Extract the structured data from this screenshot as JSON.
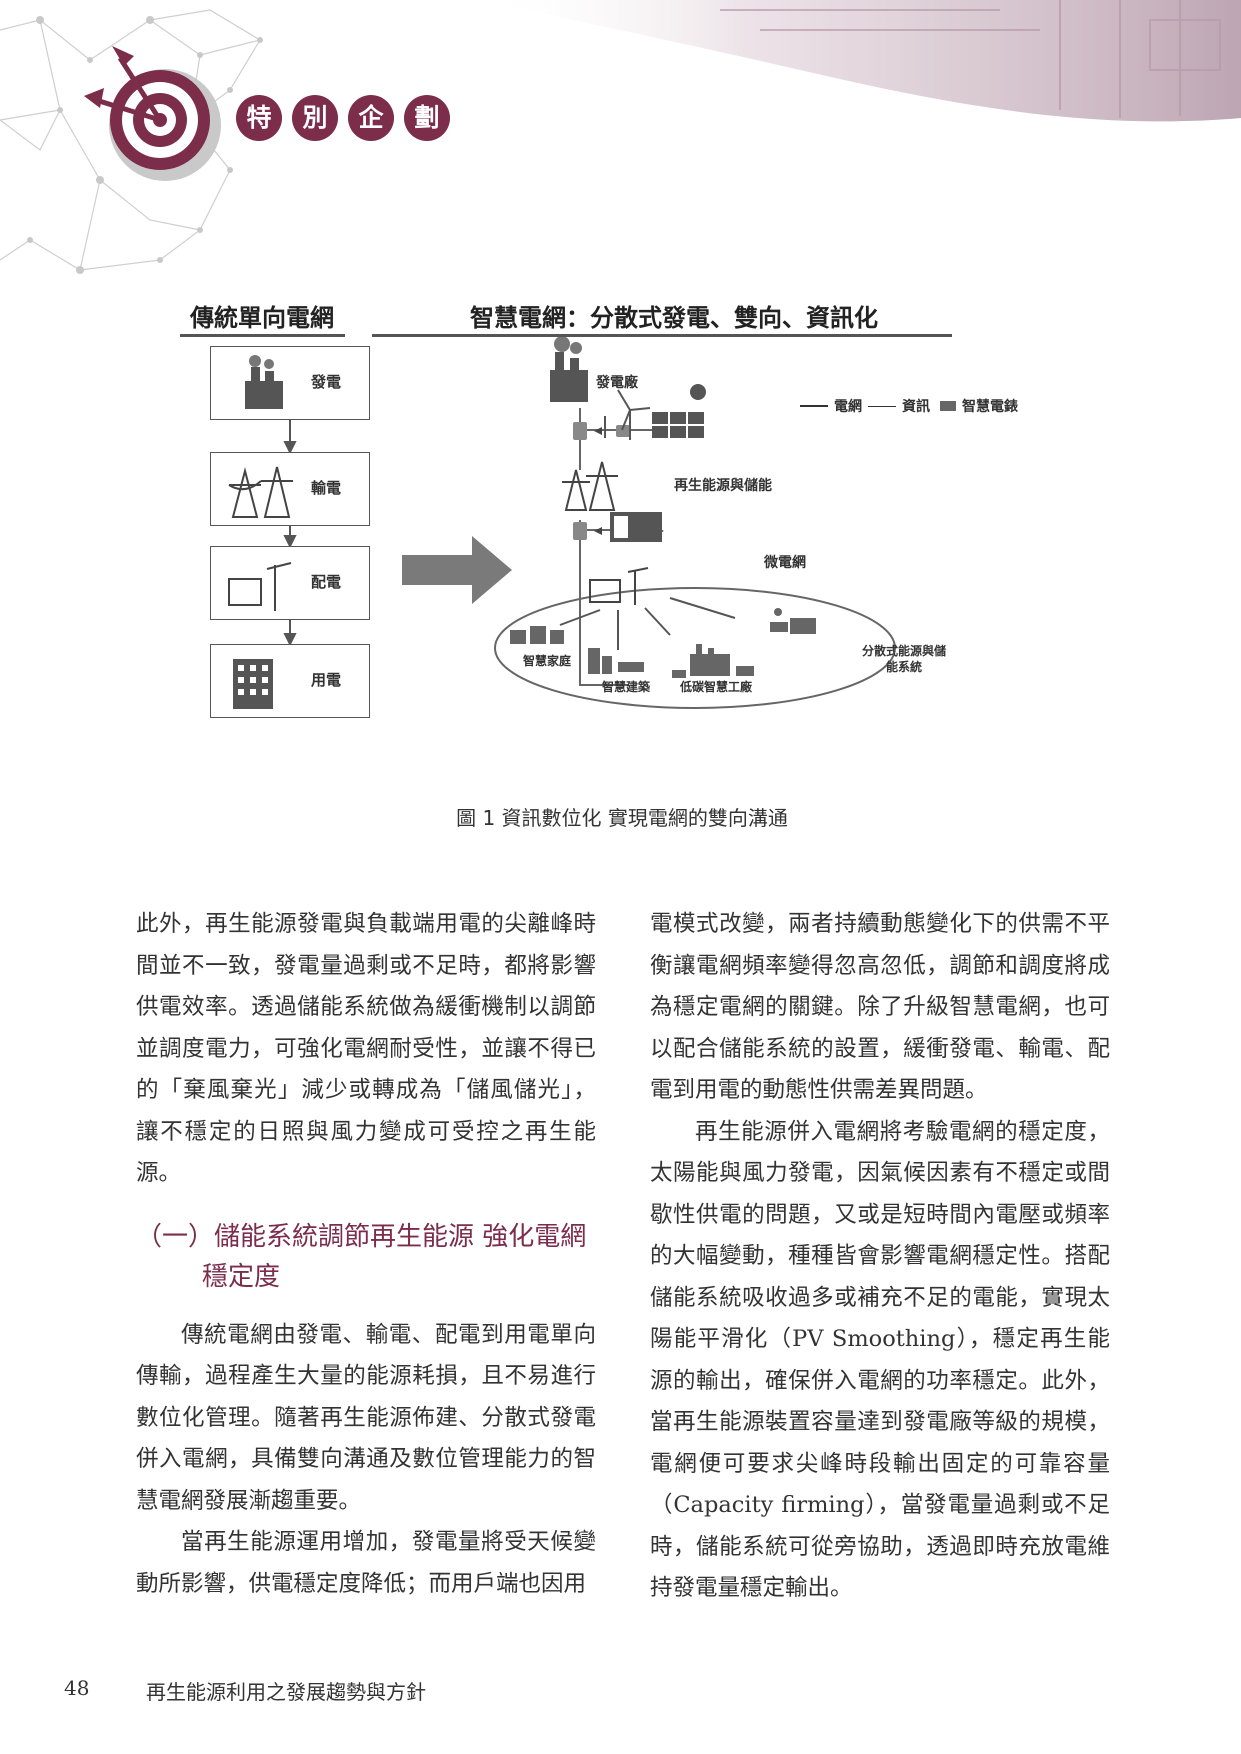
{
  "header": {
    "badge_chars": [
      "特",
      "別",
      "企",
      "劃"
    ]
  },
  "figure": {
    "left_title": "傳統單向電網",
    "right_title": "智慧電網：分散式發電、雙向、資訊化",
    "left_boxes": [
      {
        "label": "發電",
        "icon": "power-plant-icon"
      },
      {
        "label": "輸電",
        "icon": "transmission-tower-icon"
      },
      {
        "label": "配電",
        "icon": "transformer-icon"
      },
      {
        "label": "用電",
        "icon": "building-icon"
      }
    ],
    "legend": {
      "grid": "電網",
      "info": "資訊",
      "meter": "智慧電錶"
    },
    "labels": {
      "plant": "發電廠",
      "renewable": "再生能源與儲能",
      "microgrid": "微電網",
      "home": "智慧家庭",
      "building": "智慧建築",
      "factory": "低碳智慧工廠",
      "distributed_1": "分散式能源與儲",
      "distributed_2": "能系統"
    },
    "caption": "圖 1  資訊數位化 實現電網的雙向溝通",
    "colors": {
      "accent": "#7b2d4a",
      "arrow": "#7a7a7a",
      "line": "#555555"
    }
  },
  "article": {
    "left_para_1": "此外，再生能源發電與負載端用電的尖離峰時間並不一致，發電量過剩或不足時，都將影響供電效率。透過儲能系統做為緩衝機制以調節並調度電力，可強化電網耐受性，並讓不得已的「棄風棄光」減少或轉成為「儲風儲光」，讓不穩定的日照與風力變成可受控之再生能源。",
    "heading_line_1": "（一）儲能系統調節再生能源 強化電網",
    "heading_line_2": "穩定度",
    "left_para_2": "傳統電網由發電、輸電、配電到用電單向傳輸，過程產生大量的能源耗損，且不易進行數位化管理。隨著再生能源佈建、分散式發電併入電網，具備雙向溝通及數位管理能力的智慧電網發展漸趨重要。",
    "left_para_3": "當再生能源運用增加，發電量將受天候變動所影響，供電穩定度降低；而用戶端也因用",
    "right_para_1": "電模式改變，兩者持續動態變化下的供需不平衡讓電網頻率變得忽高忽低，調節和調度將成為穩定電網的關鍵。除了升級智慧電網，也可以配合儲能系統的設置，緩衝發電、輸電、配電到用電的動態性供需差異問題。",
    "right_para_2": "再生能源併入電網將考驗電網的穩定度，太陽能與風力發電，因氣候因素有不穩定或間歇性供電的問題，又或是短時間內電壓或頻率的大幅變動，種種皆會影響電網穩定性。搭配儲能系統吸收過多或補充不足的電能，實現太陽能平滑化（PV Smoothing），穩定再生能源的輸出，確保併入電網的功率穩定。此外，當再生能源裝置容量達到發電廠等級的規模，電網便可要求尖峰時段輸出固定的可靠容量（Capacity firming），當發電量過剩或不足時，儲能系統可從旁協助，透過即時充放電維持發電量穩定輸出。"
  },
  "footer": {
    "page_number": "48",
    "publication_title": "再生能源利用之發展趨勢與方針"
  }
}
